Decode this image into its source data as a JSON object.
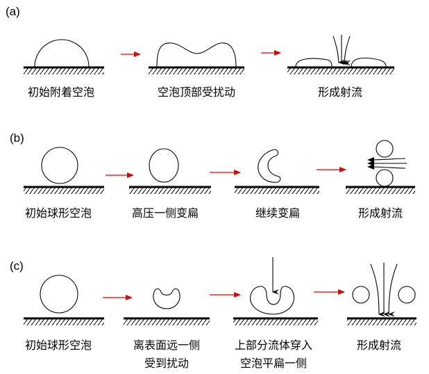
{
  "colors": {
    "arrow": "#e00000",
    "line": "#000000"
  },
  "rows": [
    {
      "label": "(a)",
      "stages": [
        {
          "lines": [
            "初始附着空泡"
          ]
        },
        {
          "lines": [
            "空泡顶部受扰动"
          ]
        },
        {
          "lines": [
            "形成射流"
          ]
        }
      ]
    },
    {
      "label": "(b)",
      "stages": [
        {
          "lines": [
            "初始球形空泡"
          ]
        },
        {
          "lines": [
            "高压一侧变扁"
          ]
        },
        {
          "lines": [
            "继续变扁"
          ]
        },
        {
          "lines": [
            "形成射流"
          ]
        }
      ]
    },
    {
      "label": "(c)",
      "stages": [
        {
          "lines": [
            "初始球形空泡"
          ]
        },
        {
          "lines": [
            "离表面远一侧",
            "受到扰动"
          ]
        },
        {
          "lines": [
            "上部分流体穿入",
            "空泡平扁一侧"
          ]
        },
        {
          "lines": [
            "形成射流"
          ]
        }
      ]
    }
  ]
}
